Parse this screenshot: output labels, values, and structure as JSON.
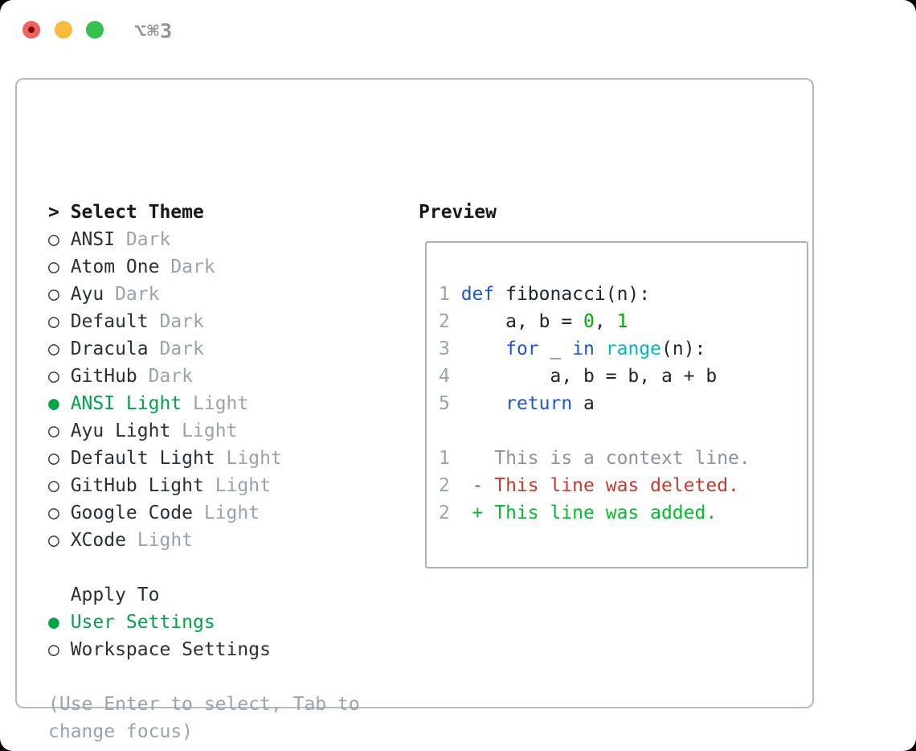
{
  "window": {
    "title": "⌥⌘3",
    "traffic_lights": {
      "close_color": "#f6605a",
      "close_dot_color": "#6d100b",
      "minimize_color": "#f8bc3c",
      "zoom_color": "#34c24c"
    }
  },
  "theme_panel": {
    "prompt": ">",
    "header": "Select Theme",
    "radio_unselected_glyph": "○",
    "radio_selected_glyph": "●",
    "items": [
      {
        "name": "ANSI",
        "variant": "Dark",
        "selected": false
      },
      {
        "name": "Atom One",
        "variant": "Dark",
        "selected": false
      },
      {
        "name": "Ayu",
        "variant": "Dark",
        "selected": false
      },
      {
        "name": "Default",
        "variant": "Dark",
        "selected": false
      },
      {
        "name": "Dracula",
        "variant": "Dark",
        "selected": false
      },
      {
        "name": "GitHub",
        "variant": "Dark",
        "selected": false
      },
      {
        "name": "ANSI Light",
        "variant": "Light",
        "selected": true
      },
      {
        "name": "Ayu Light",
        "variant": "Light",
        "selected": false
      },
      {
        "name": "Default Light",
        "variant": "Light",
        "selected": false
      },
      {
        "name": "GitHub Light",
        "variant": "Light",
        "selected": false
      },
      {
        "name": "Google Code",
        "variant": "Light",
        "selected": false
      },
      {
        "name": "XCode",
        "variant": "Light",
        "selected": false
      }
    ]
  },
  "apply_to": {
    "header": "Apply To",
    "options": [
      {
        "label": "User Settings",
        "selected": true
      },
      {
        "label": "Workspace Settings",
        "selected": false
      }
    ]
  },
  "footer_hint_lines": [
    "(Use Enter to select, Tab to",
    "change focus)"
  ],
  "preview": {
    "header": "Preview",
    "lines": [
      {
        "num": "1",
        "tokens": [
          {
            "t": "def",
            "c": "kw"
          },
          {
            "t": " fibonacci(n):",
            "c": "pl"
          }
        ]
      },
      {
        "num": "2",
        "tokens": [
          {
            "t": "    a, b = ",
            "c": "pl"
          },
          {
            "t": "0",
            "c": "num"
          },
          {
            "t": ", ",
            "c": "pl"
          },
          {
            "t": "1",
            "c": "num"
          }
        ]
      },
      {
        "num": "3",
        "tokens": [
          {
            "t": "    ",
            "c": "pl"
          },
          {
            "t": "for",
            "c": "kw"
          },
          {
            "t": " _ ",
            "c": "pl"
          },
          {
            "t": "in",
            "c": "kw"
          },
          {
            "t": " ",
            "c": "pl"
          },
          {
            "t": "range",
            "c": "fn"
          },
          {
            "t": "(n):",
            "c": "pl"
          }
        ]
      },
      {
        "num": "4",
        "tokens": [
          {
            "t": "        a, b = b, a + b",
            "c": "pl"
          }
        ]
      },
      {
        "num": "5",
        "tokens": [
          {
            "t": "    ",
            "c": "pl"
          },
          {
            "t": "return",
            "c": "kw"
          },
          {
            "t": " a",
            "c": "pl"
          }
        ]
      },
      {
        "num": "",
        "tokens": []
      },
      {
        "num": "1",
        "tokens": [
          {
            "t": "   This is a context line.",
            "c": "ctx"
          }
        ]
      },
      {
        "num": "2",
        "tokens": [
          {
            "t": " - This line was deleted.",
            "c": "del"
          }
        ]
      },
      {
        "num": "2",
        "tokens": [
          {
            "t": " + This line was added.",
            "c": "add"
          }
        ]
      }
    ]
  },
  "colors": {
    "text": "#21262b",
    "muted": "#9aa3ad",
    "selected_green": "#00a34a",
    "keyword_blue": "#1f56d6",
    "builtin_cyan": "#00b9c6",
    "number_green": "#00a800",
    "diff_deleted_red": "#c8392b",
    "diff_added_green": "#00bf29",
    "panel_border": "#b3bac2",
    "preview_border": "#a9b0b8",
    "title_gray": "#8e959d"
  }
}
